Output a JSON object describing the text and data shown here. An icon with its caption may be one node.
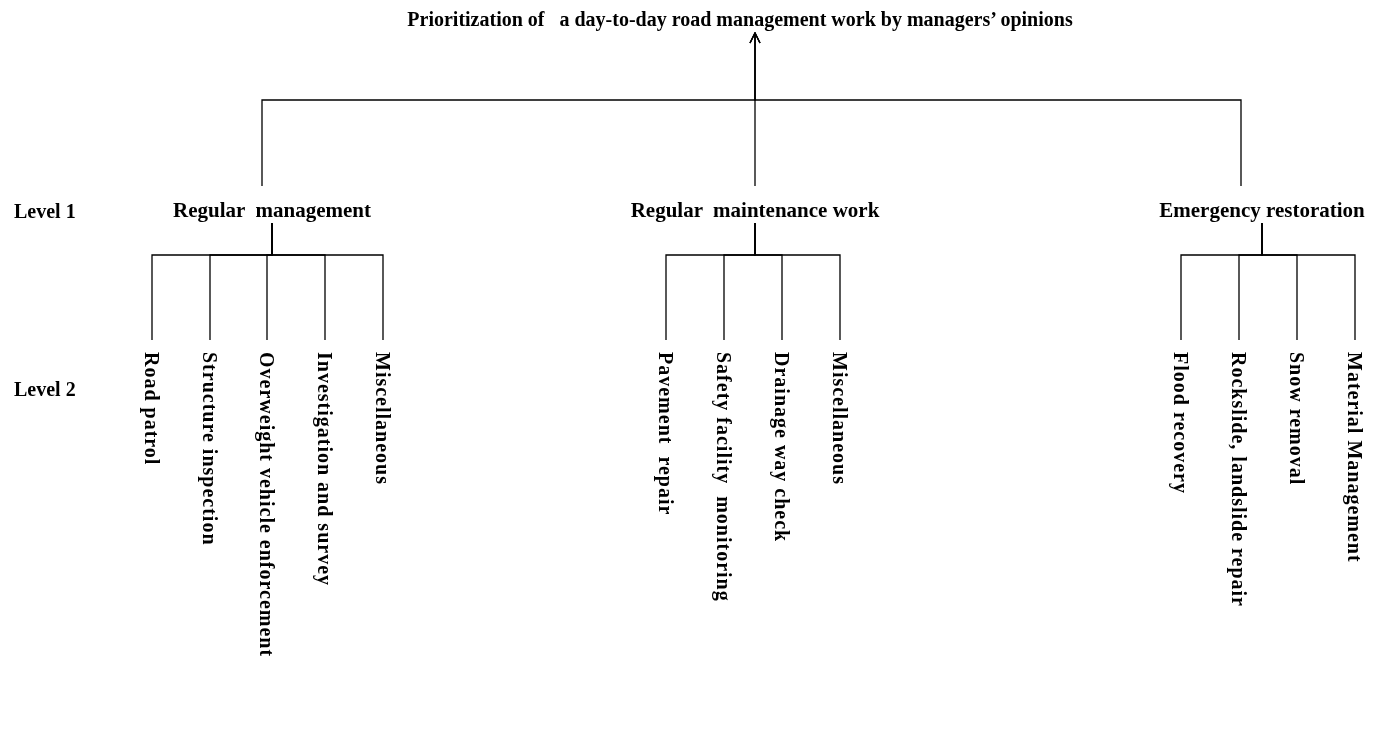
{
  "diagram": {
    "nodes": [
      {
        "text": [
          "Prioritization of   a day-to-day road management work by managers’ opinions"
        ]
      },
      {
        "text": [
          "Regular  management"
        ]
      },
      {
        "text": [
          "Regular  maintenance work"
        ]
      },
      {
        "text": [
          "Emergency restoration"
        ]
      },
      {
        "text": [
          "Road patrol"
        ]
      },
      {
        "text": [
          "Structure inspection"
        ]
      },
      {
        "text": [
          "Overweight vehicle enforcement"
        ]
      },
      {
        "text": [
          "Investigation and survey"
        ]
      },
      {
        "text": [
          "Miscellaneous"
        ]
      },
      {
        "text": [
          "Pavement  repair"
        ]
      },
      {
        "text": [
          "Safety facility  monitoring"
        ]
      },
      {
        "text": [
          "Drainage way check"
        ]
      },
      {
        "text": [
          "Miscellaneous"
        ]
      },
      {
        "text": [
          "Flood recovery"
        ]
      },
      {
        "text": [
          "Rockslide, landslide repair"
        ]
      },
      {
        "text": [
          "Snow removal"
        ]
      },
      {
        "text": [
          "Material Management"
        ]
      }
    ],
    "edges": [
      {
        "from": 1,
        "to": 0,
        "arrow": "to"
      },
      {
        "from": 2,
        "to": 0,
        "arrow": "to"
      },
      {
        "from": 3,
        "to": 0,
        "arrow": "to"
      },
      {
        "from": 1,
        "to": 4,
        "arrow": "none"
      },
      {
        "from": 1,
        "to": 5,
        "arrow": "none"
      },
      {
        "from": 1,
        "to": 6,
        "arrow": "none"
      },
      {
        "from": 1,
        "to": 7,
        "arrow": "none"
      },
      {
        "from": 1,
        "to": 8,
        "arrow": "none"
      },
      {
        "from": 2,
        "to": 9,
        "arrow": "none"
      },
      {
        "from": 2,
        "to": 10,
        "arrow": "none"
      },
      {
        "from": 2,
        "to": 11,
        "arrow": "none"
      },
      {
        "from": 2,
        "to": 12,
        "arrow": "none"
      },
      {
        "from": 3,
        "to": 13,
        "arrow": "none"
      },
      {
        "from": 3,
        "to": 14,
        "arrow": "none"
      },
      {
        "from": 3,
        "to": 15,
        "arrow": "none"
      },
      {
        "from": 3,
        "to": 16,
        "arrow": "none"
      }
    ],
    "labels": [
      "Level 1",
      "Level 2"
    ]
  }
}
